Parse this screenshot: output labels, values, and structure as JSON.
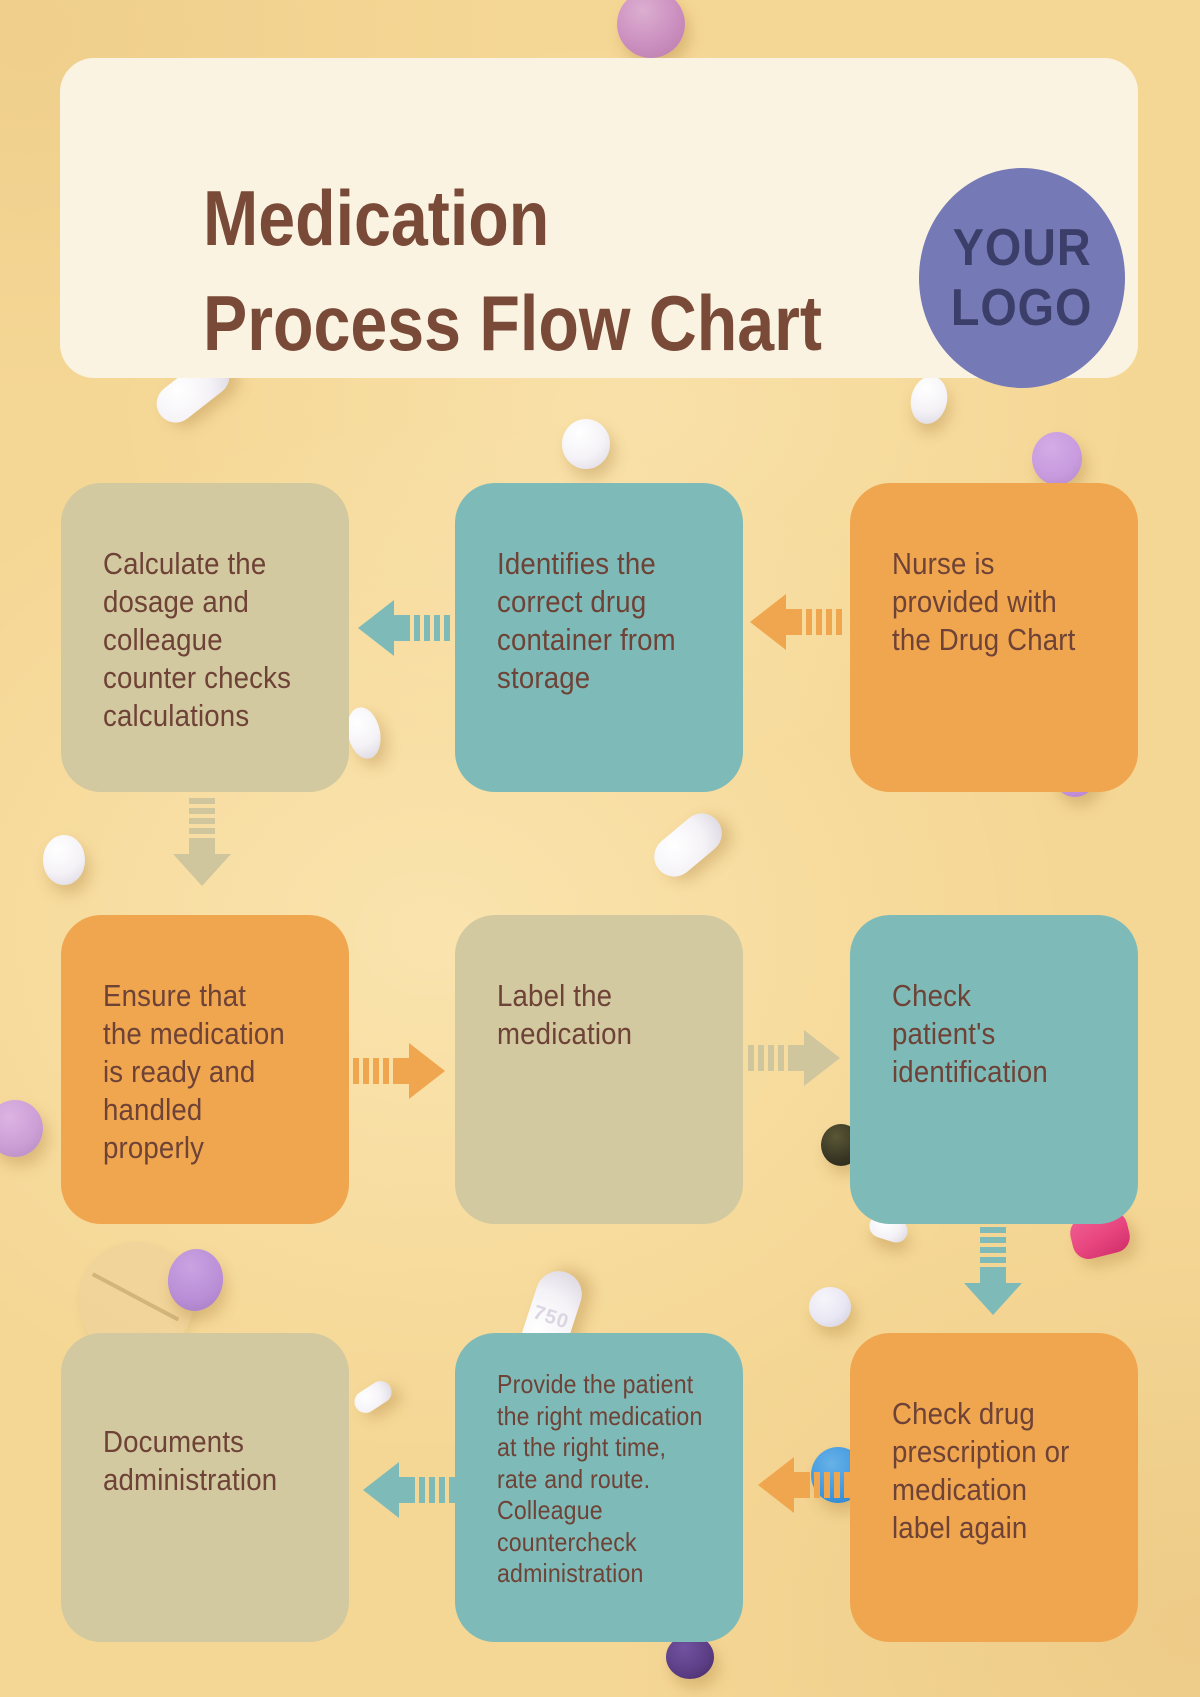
{
  "header": {
    "title_line1": "Medication",
    "title_line2": "Process Flow Chart",
    "logo_line1": "YOUR",
    "logo_line2": "LOGO"
  },
  "colors": {
    "background": "#f5d795",
    "card": "#fbf3e1",
    "title_text": "#7a4a39",
    "logo_circle": "#7579b6",
    "logo_text": "#3c3e6a",
    "box_orange": "#efa64f",
    "box_teal": "#7ebbb8",
    "box_beige": "#d2c9a0",
    "box_text": "#6e4236"
  },
  "boxes": [
    {
      "id": "calculate-dosage",
      "color": "beige",
      "text": "Calculate the\ndosage and\ncolleague\ncounter checks\ncalculations"
    },
    {
      "id": "identify-container",
      "color": "teal",
      "text": "Identifies the\ncorrect drug\ncontainer from\nstorage"
    },
    {
      "id": "nurse-drug-chart",
      "color": "orange",
      "text": "Nurse is\nprovided with\nthe Drug Chart"
    },
    {
      "id": "ensure-ready",
      "color": "orange",
      "text": "Ensure that\nthe medication\nis ready and\nhandled\nproperly"
    },
    {
      "id": "label-medication",
      "color": "beige",
      "text": "Label the\nmedication"
    },
    {
      "id": "check-patient",
      "color": "teal",
      "text": "Check\npatient's\nidentification"
    },
    {
      "id": "documents-administration",
      "color": "beige",
      "text": "Documents\nadministration"
    },
    {
      "id": "provide-medication",
      "color": "teal",
      "text": "Provide the patient\nthe right medication\nat the right time,\nrate and route.\nColleague\ncountercheck\nadministration"
    },
    {
      "id": "check-prescription",
      "color": "orange",
      "text": "Check drug\nprescription or\nmedication\nlabel again"
    }
  ],
  "arrows": [
    {
      "from": "nurse-drug-chart",
      "to": "identify-container",
      "direction": "left",
      "color": "orange"
    },
    {
      "from": "identify-container",
      "to": "calculate-dosage",
      "direction": "left",
      "color": "teal"
    },
    {
      "from": "calculate-dosage",
      "to": "ensure-ready",
      "direction": "down",
      "color": "beige"
    },
    {
      "from": "ensure-ready",
      "to": "label-medication",
      "direction": "right",
      "color": "orange"
    },
    {
      "from": "label-medication",
      "to": "check-patient",
      "direction": "right",
      "color": "beige"
    },
    {
      "from": "check-patient",
      "to": "check-prescription",
      "direction": "down",
      "color": "teal"
    },
    {
      "from": "check-prescription",
      "to": "provide-medication",
      "direction": "left",
      "color": "orange"
    },
    {
      "from": "provide-medication",
      "to": "documents-administration",
      "direction": "left",
      "color": "teal"
    }
  ],
  "pills": {
    "capsule_marking": "750"
  }
}
